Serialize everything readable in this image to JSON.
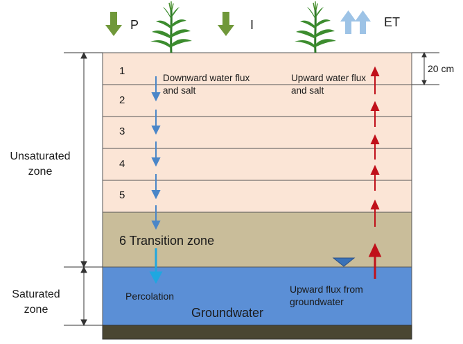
{
  "inputs": {
    "precipitation": "P",
    "irrigation": "I",
    "evapotranspiration": "ET"
  },
  "layers": [
    "1",
    "2",
    "3",
    "4",
    "5"
  ],
  "transition_layer": "6 Transition zone",
  "layer_thickness": "20 cm",
  "downward_flux": "Downward water flux and salt",
  "upward_flux": "Upward water flux and salt",
  "unsaturated_zone": "Unsaturated zone",
  "saturated_zone": "Saturated zone",
  "percolation": "Percolation",
  "groundwater": "Groundwater",
  "upward_from_groundwater": "Upward flux from groundwater",
  "colors": {
    "unsaturated_soil": "#fbe5d6",
    "transition_soil": "#c9bd9a",
    "groundwater": "#5b8fd6",
    "bedrock": "#4a4632",
    "down_arrow_input": "#70983a",
    "et_arrow": "#9dc3e6",
    "down_flux_arrow": "#4a86c8",
    "percolation_arrow": "#1fa7e0",
    "up_flux_arrow": "#c0101a",
    "water_table": "#3a72b8",
    "plant": "#2f7a28"
  },
  "icons": {
    "plant": "corn-plant-icon",
    "water_table": "water-table-triangle-icon"
  }
}
